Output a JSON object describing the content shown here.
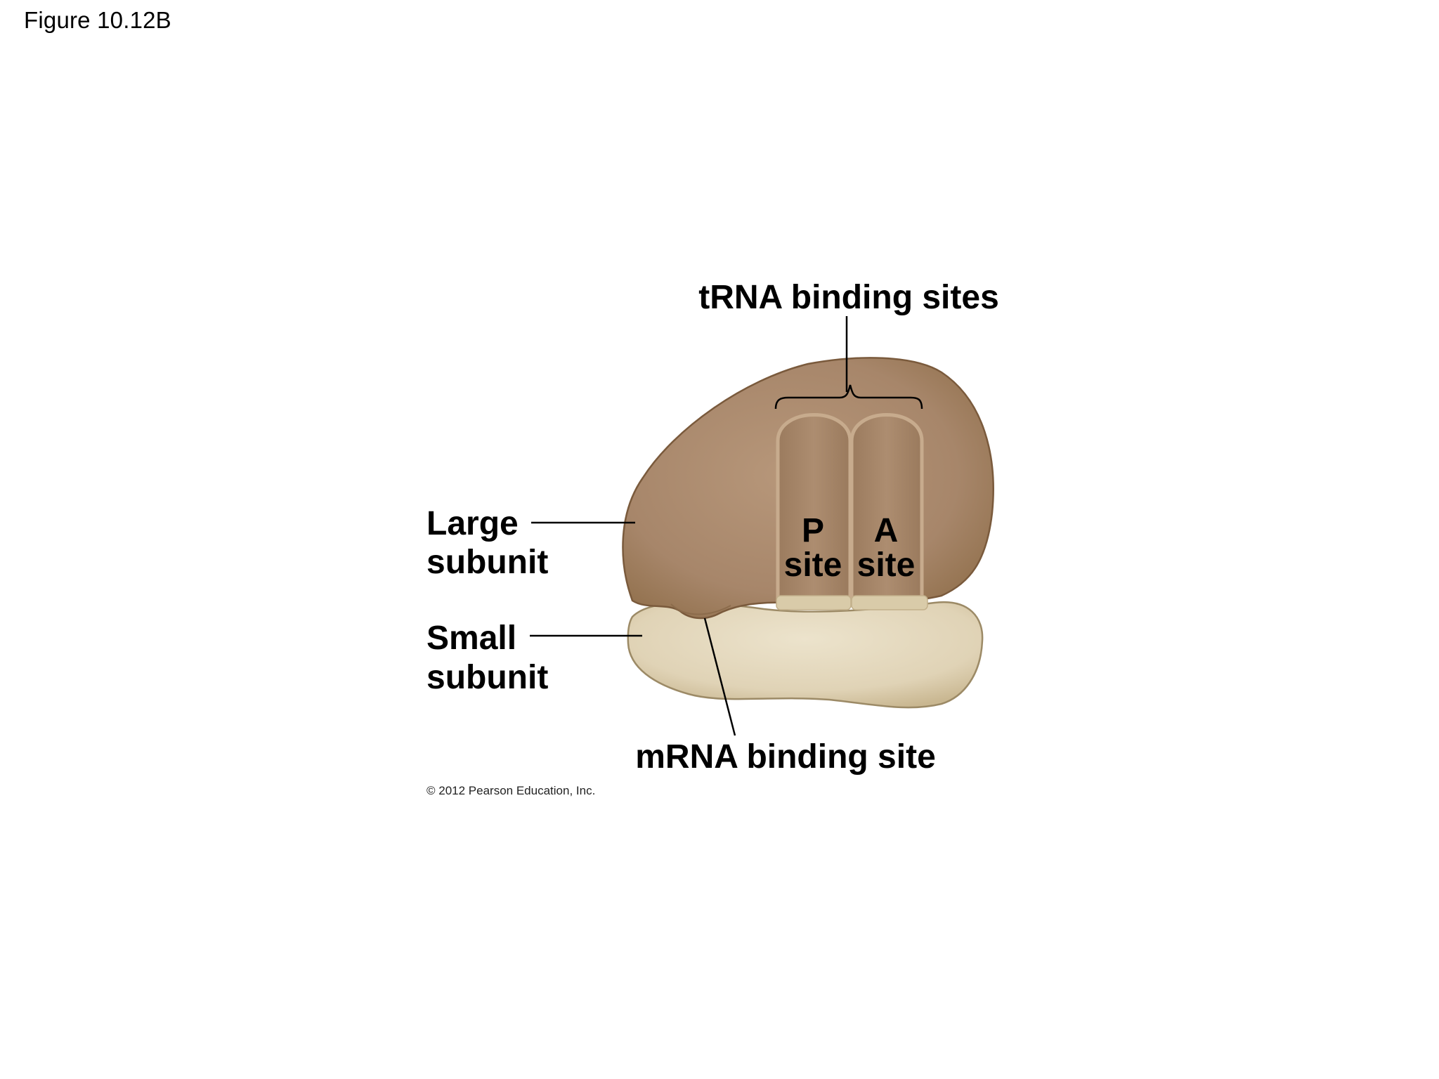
{
  "figure": {
    "number": "Figure 10.12B"
  },
  "labels": {
    "trna_binding_sites": "tRNA binding sites",
    "large_subunit_line1": "Large",
    "large_subunit_line2": "subunit",
    "small_subunit_line1": "Small",
    "small_subunit_line2": "subunit",
    "p_site_line1": "P",
    "p_site_line2": "site",
    "a_site_line1": "A",
    "a_site_line2": "site",
    "mrna_binding_site": "mRNA binding site"
  },
  "copyright": "© 2012 Pearson Education, Inc.",
  "colors": {
    "large_subunit": "#a8876a",
    "large_subunit_outline": "#7a5a3c",
    "small_subunit": "#e2d6bc",
    "small_subunit_outline": "#9c8a66",
    "site_channel": "#a58467",
    "leader_line": "#000000"
  }
}
